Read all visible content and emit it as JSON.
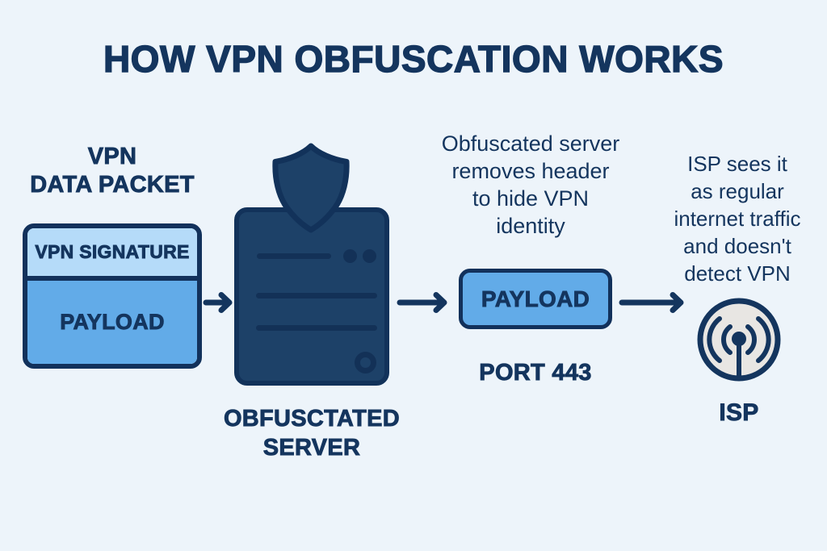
{
  "title": "HOW VPN OBFUSCATION WORKS",
  "colors": {
    "background": "#edf4fa",
    "navy": "#14355e",
    "light_blue": "#b5dbf9",
    "medium_blue": "#62abe8",
    "server_navy": "#1d4168",
    "isp_gray": "#e8e6e3"
  },
  "packet": {
    "label_lines": [
      "VPN",
      "DATA PACKET"
    ],
    "signature_label": "VPN SIGNATURE",
    "payload_label": "PAYLOAD"
  },
  "server": {
    "label_lines": [
      "OBFUSCTATED",
      "SERVER"
    ]
  },
  "middle": {
    "note_lines": [
      "Obfuscated server",
      "removes header",
      "to hide VPN",
      "identity"
    ],
    "payload_label": "PAYLOAD",
    "port_label": "PORT 443"
  },
  "isp": {
    "note_lines": [
      "ISP sees it",
      "as regular",
      "internet traffic",
      "and doesn't",
      "detect VPN"
    ],
    "label": "ISP"
  }
}
